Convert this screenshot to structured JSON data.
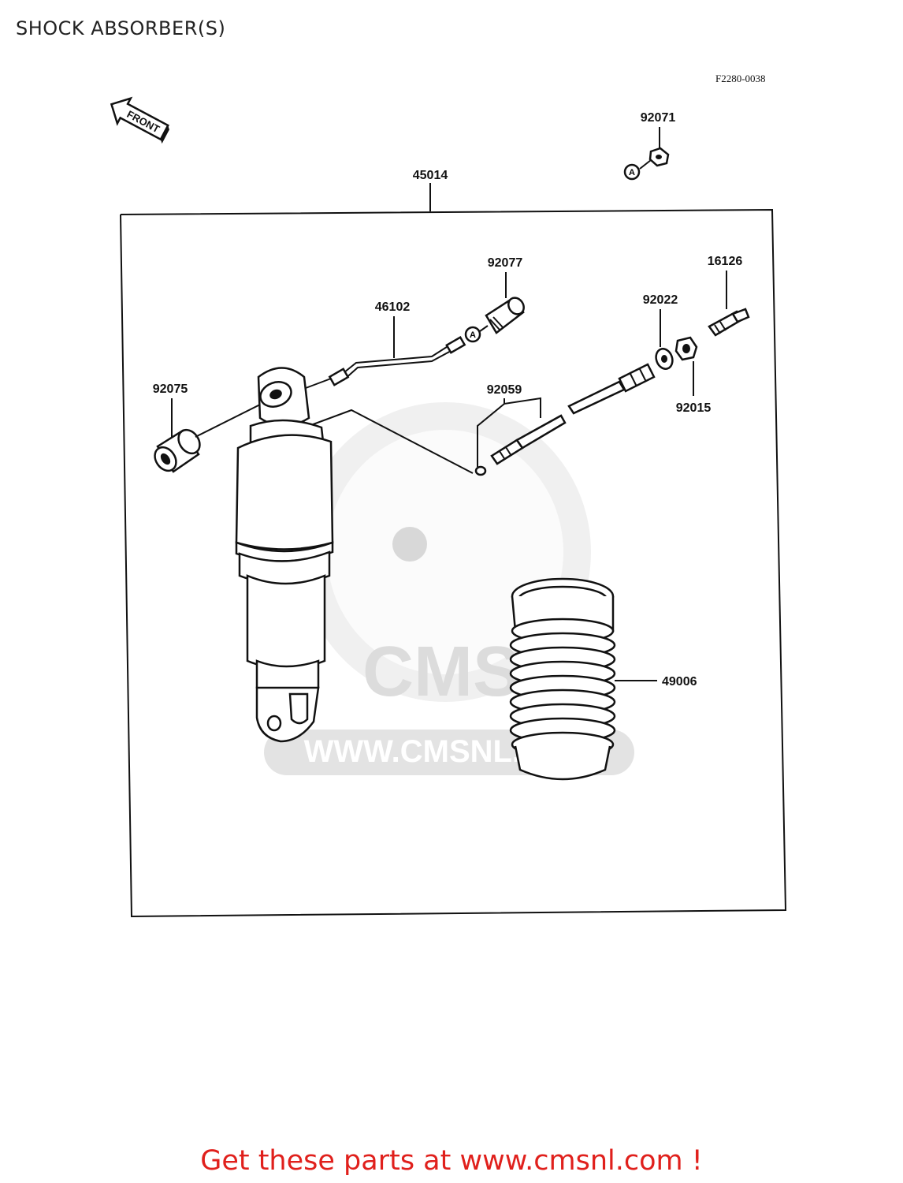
{
  "header": {
    "title": "SHOCK ABSORBER(S)"
  },
  "diagram": {
    "ref_code": "F2280-0038",
    "front_arrow_text": "FRONT",
    "callout_marker": "A",
    "watermark": {
      "logo_text": "CMS",
      "url_text": "WWW.CMSNL.COM"
    },
    "parts": [
      {
        "number": "92071"
      },
      {
        "number": "45014"
      },
      {
        "number": "92077"
      },
      {
        "number": "16126"
      },
      {
        "number": "46102"
      },
      {
        "number": "92022"
      },
      {
        "number": "92075"
      },
      {
        "number": "92059"
      },
      {
        "number": "92015"
      },
      {
        "number": "49006"
      }
    ]
  },
  "footer": {
    "link_text": "Get these parts at www.cmsnl.com !",
    "link_color": "#e0201c"
  }
}
